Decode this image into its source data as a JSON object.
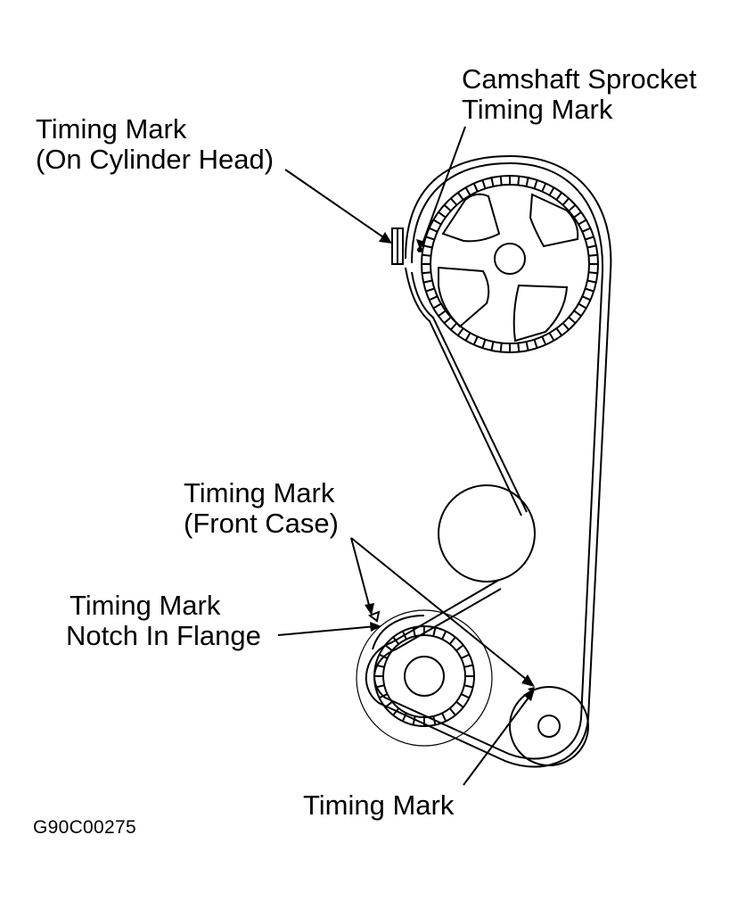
{
  "labels": {
    "camshaft_sprocket": [
      "Camshaft Sprocket",
      "Timing Mark"
    ],
    "cylinder_head": [
      "Timing Mark",
      "(On Cylinder Head)"
    ],
    "front_case": [
      "Timing Mark",
      "(Front Case)"
    ],
    "notch_flange": [
      "Timing Mark",
      "Notch In Flange"
    ],
    "bottom": "Timing Mark"
  },
  "figure_id": "G90C00275"
}
